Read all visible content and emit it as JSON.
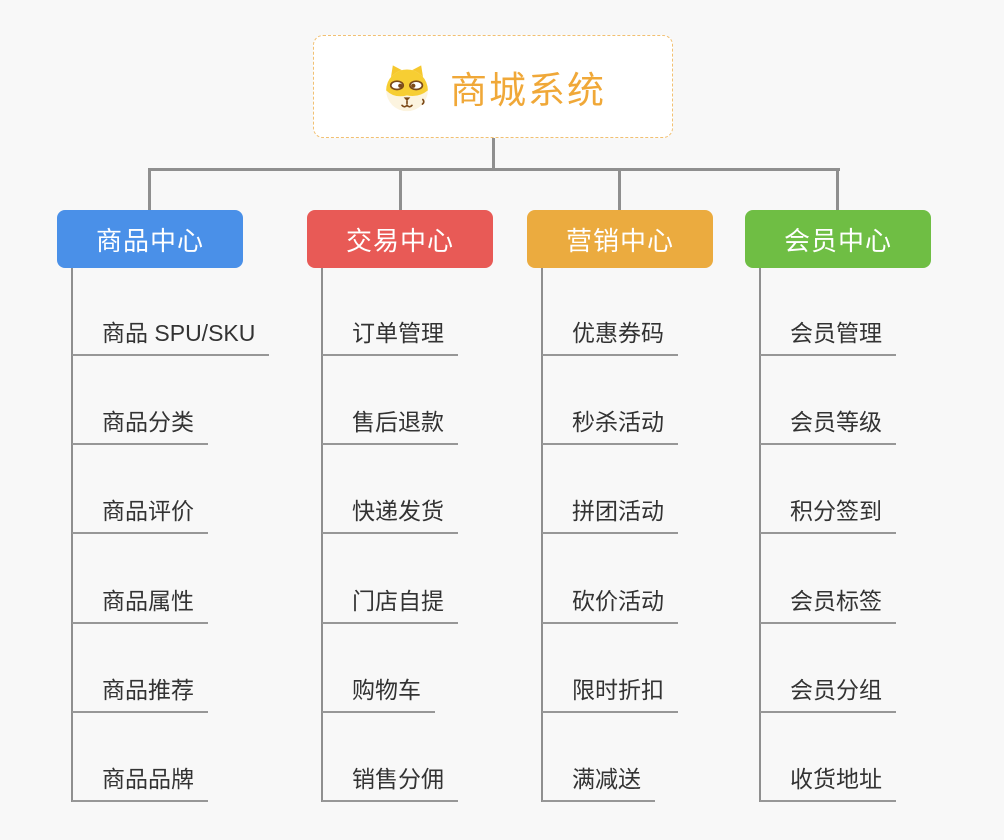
{
  "root": {
    "title": "商城系统",
    "icon": "dog-face-icon"
  },
  "theme": {
    "background": "#f8f8f8",
    "line_color": "#8f8f8f",
    "underline_color": "#979797",
    "root_text": "#f0a838",
    "root_border": "#f2c071",
    "item_text": "#333333",
    "header_text": "#ffffff"
  },
  "branches": [
    {
      "label": "商品中心",
      "color": "#4a90e8",
      "items": [
        "商品 SPU/SKU",
        "商品分类",
        "商品评价",
        "商品属性",
        "商品推荐",
        "商品品牌"
      ]
    },
    {
      "label": "交易中心",
      "color": "#e85a56",
      "items": [
        "订单管理",
        "售后退款",
        "快递发货",
        "门店自提",
        "购物车",
        "销售分佣"
      ]
    },
    {
      "label": "营销中心",
      "color": "#ebab3f",
      "items": [
        "优惠券码",
        "秒杀活动",
        "拼团活动",
        "砍价活动",
        "限时折扣",
        "满减送"
      ]
    },
    {
      "label": "会员中心",
      "color": "#6fbe44",
      "items": [
        "会员管理",
        "会员等级",
        "积分签到",
        "会员标签",
        "会员分组",
        "收货地址"
      ]
    }
  ]
}
